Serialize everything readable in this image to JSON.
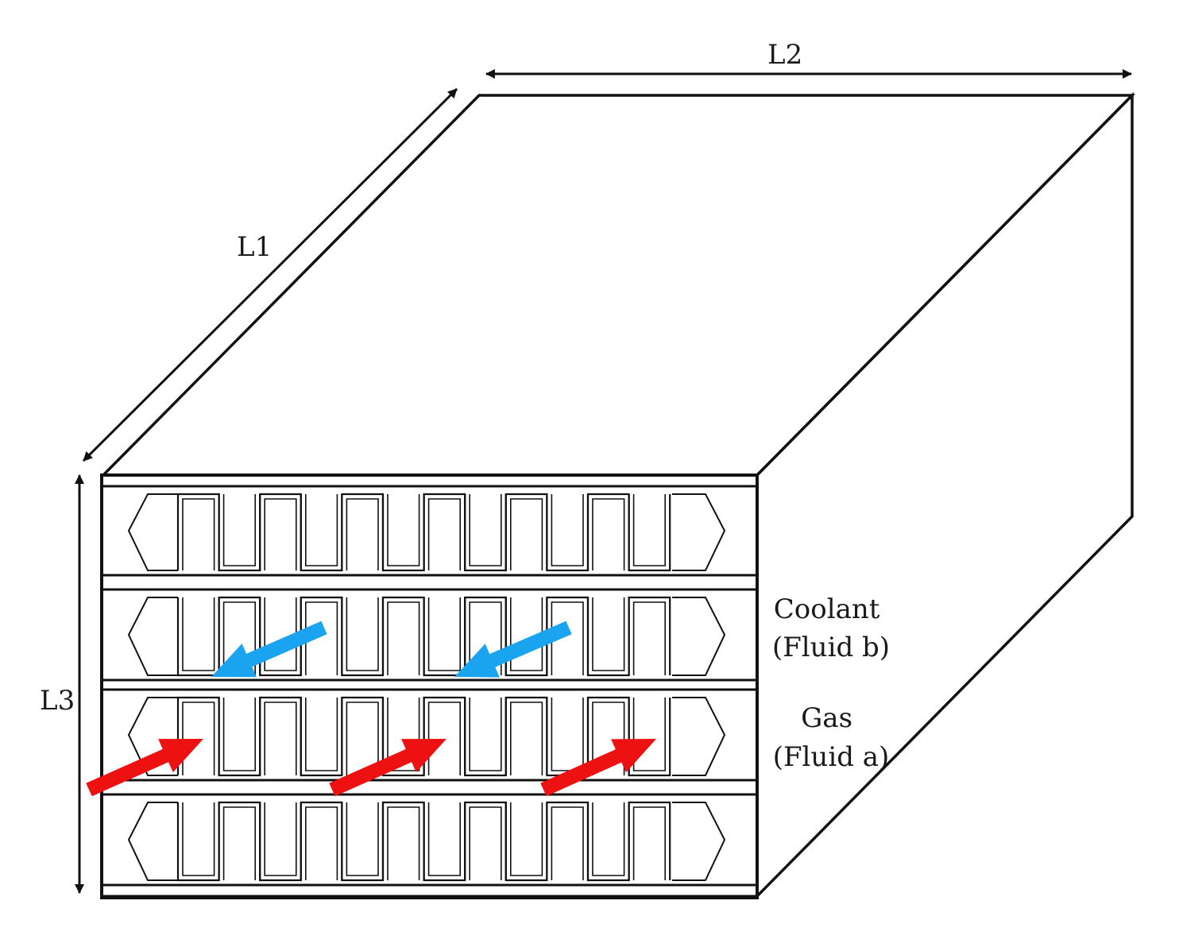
{
  "dimensions": {
    "l1": "L1",
    "l2": "L2",
    "l3": "L3"
  },
  "coolant": {
    "line1": "Coolant",
    "line2": "(Fluid b)"
  },
  "gas": {
    "line1": "Gas",
    "line2": "(Fluid a)"
  },
  "colors": {
    "coolant_arrow": "#1aa3ef",
    "gas_arrow": "#ee1111"
  }
}
